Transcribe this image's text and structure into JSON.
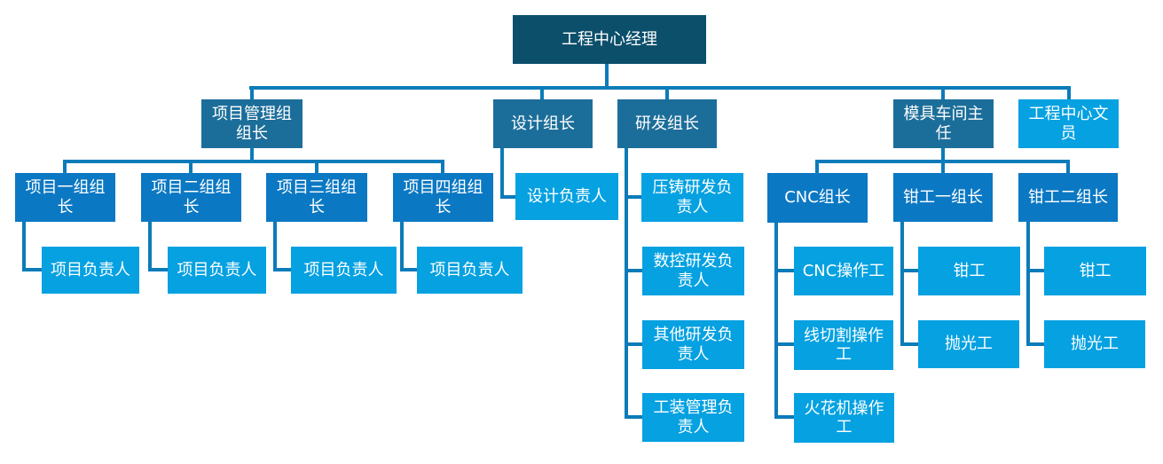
{
  "diagram_type": "org-chart",
  "colors": {
    "level1_fill": "#0c4f6b",
    "level2_fill": "#1c6e9a",
    "level3_fill": "#0b78c3",
    "leaf_fill": "#05a1e1",
    "connector": "#0c7bb9",
    "text": "#ffffff",
    "background": "#ffffff"
  },
  "nodes": {
    "manager": {
      "label": "工程中心经理",
      "level": 1
    },
    "pm": {
      "label": "项目管理组组长",
      "level": 2
    },
    "design": {
      "label": "设计组长",
      "level": 2
    },
    "rd": {
      "label": "研发组长",
      "level": 2
    },
    "workshop": {
      "label": "模具车间主任",
      "level": 2
    },
    "clerk": {
      "label": "工程中心文员",
      "level": 2
    },
    "p1": {
      "label": "项目一组组长",
      "level": 3
    },
    "p2": {
      "label": "项目二组组长",
      "level": 3
    },
    "p3": {
      "label": "项目三组组长",
      "level": 3
    },
    "p4": {
      "label": "项目四组组长",
      "level": 3
    },
    "p1_owner": {
      "label": "项目负责人",
      "level": 4
    },
    "p2_owner": {
      "label": "项目负责人",
      "level": 4
    },
    "p3_owner": {
      "label": "项目负责人",
      "level": 4
    },
    "p4_owner": {
      "label": "项目负责人",
      "level": 4
    },
    "design_owner": {
      "label": "设计负责人",
      "level": 3
    },
    "rd_diecast": {
      "label": "压铸研发负责人",
      "level": 3
    },
    "rd_cnc": {
      "label": "数控研发负责人",
      "level": 3
    },
    "rd_other": {
      "label": "其他研发负责人",
      "level": 3
    },
    "rd_tooling": {
      "label": "工装管理负责人",
      "level": 3
    },
    "cnc_lead": {
      "label": "CNC组长",
      "level": 3
    },
    "cnc_op": {
      "label": "CNC操作工",
      "level": 4
    },
    "wire_op": {
      "label": "线切割操作工",
      "level": 4
    },
    "edm_op": {
      "label": "火花机操作工",
      "level": 4
    },
    "fitter1_lead": {
      "label": "钳工一组长",
      "level": 3
    },
    "fitter1": {
      "label": "钳工",
      "level": 4
    },
    "polisher1": {
      "label": "抛光工",
      "level": 4
    },
    "fitter2_lead": {
      "label": "钳工二组长",
      "level": 3
    },
    "fitter2": {
      "label": "钳工",
      "level": 4
    },
    "polisher2": {
      "label": "抛光工",
      "level": 4
    }
  },
  "edges": [
    [
      "manager",
      "pm"
    ],
    [
      "manager",
      "design"
    ],
    [
      "manager",
      "rd"
    ],
    [
      "manager",
      "workshop"
    ],
    [
      "manager",
      "clerk"
    ],
    [
      "pm",
      "p1"
    ],
    [
      "pm",
      "p2"
    ],
    [
      "pm",
      "p3"
    ],
    [
      "pm",
      "p4"
    ],
    [
      "p1",
      "p1_owner"
    ],
    [
      "p2",
      "p2_owner"
    ],
    [
      "p3",
      "p3_owner"
    ],
    [
      "p4",
      "p4_owner"
    ],
    [
      "design",
      "design_owner"
    ],
    [
      "rd",
      "rd_diecast"
    ],
    [
      "rd",
      "rd_cnc"
    ],
    [
      "rd",
      "rd_other"
    ],
    [
      "rd",
      "rd_tooling"
    ],
    [
      "workshop",
      "cnc_lead"
    ],
    [
      "workshop",
      "fitter1_lead"
    ],
    [
      "workshop",
      "fitter2_lead"
    ],
    [
      "cnc_lead",
      "cnc_op"
    ],
    [
      "cnc_lead",
      "wire_op"
    ],
    [
      "cnc_lead",
      "edm_op"
    ],
    [
      "fitter1_lead",
      "fitter1"
    ],
    [
      "fitter1_lead",
      "polisher1"
    ],
    [
      "fitter2_lead",
      "fitter2"
    ],
    [
      "fitter2_lead",
      "polisher2"
    ]
  ]
}
